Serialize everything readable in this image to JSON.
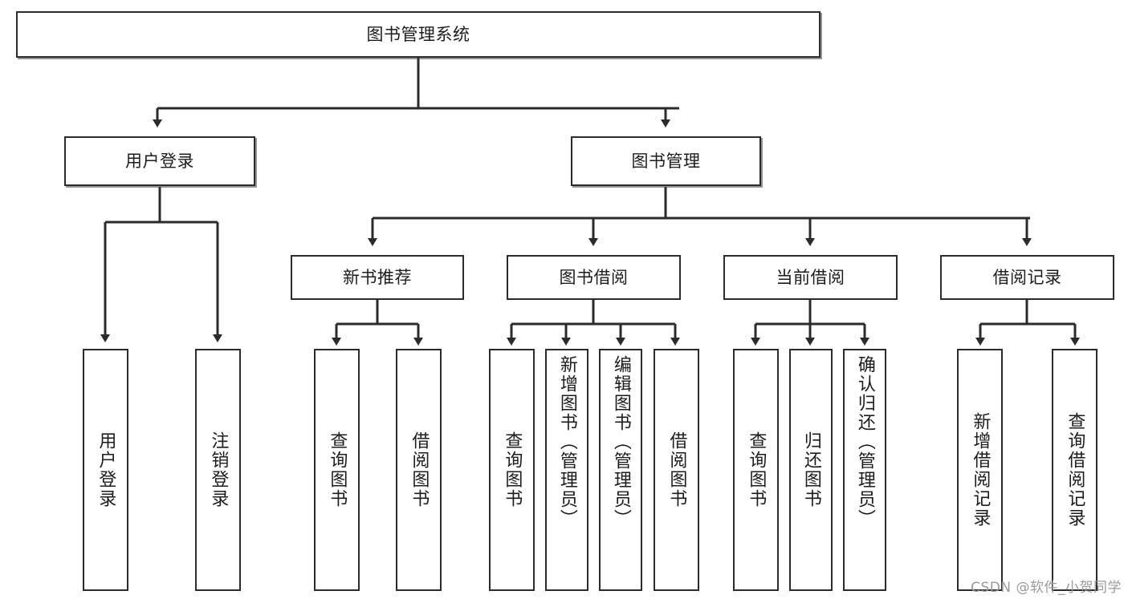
{
  "diagram": {
    "title": "图书管理系统",
    "watermark": "CSDN @软件_小贺同学",
    "root": {
      "label": "图书管理系统"
    },
    "level2": [
      {
        "label": "用户登录"
      },
      {
        "label": "图书管理"
      }
    ],
    "level3": [
      {
        "label": "新书推荐"
      },
      {
        "label": "图书借阅"
      },
      {
        "label": "当前借阅"
      },
      {
        "label": "借阅记录"
      }
    ],
    "leaves": {
      "user_login": [
        {
          "label": "用户登录"
        },
        {
          "label": "注销登录"
        }
      ],
      "new_book_recommend": [
        {
          "label": "查询图书"
        },
        {
          "label": "借阅图书"
        }
      ],
      "book_borrow": [
        {
          "label": "查询图书"
        },
        {
          "label": "新增图书（管理员）"
        },
        {
          "label": "编辑图书（管理员）"
        },
        {
          "label": "借阅图书"
        }
      ],
      "current_borrow": [
        {
          "label": "查询图书"
        },
        {
          "label": "归还图书"
        },
        {
          "label": "确认归还（管理员）"
        }
      ],
      "borrow_record": [
        {
          "label": "新增借阅记录"
        },
        {
          "label": "查询借阅记录"
        }
      ]
    },
    "colors": {
      "stroke": "#2b2b2b",
      "fill": "#ffffff",
      "text": "#1c1c1c",
      "watermark": "#9a9a9a"
    }
  }
}
